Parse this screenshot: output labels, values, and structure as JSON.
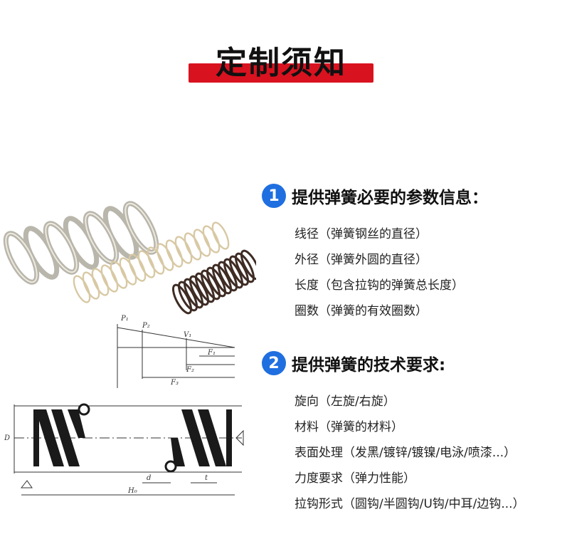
{
  "page": {
    "title": "定制须知",
    "accent_color": "#d9121f",
    "badge_color": "#1f6fe0"
  },
  "sections": [
    {
      "number": "1",
      "title": "提供弹簧必要的参数信息：",
      "items": [
        "线径（弹簧钢丝的直径）",
        "外径（弹簧外圆的直径）",
        "长度（包含拉钩的弹簧总长度）",
        "圈数（弹簧的有效圈数）"
      ]
    },
    {
      "number": "2",
      "title": "提供弹簧的技术要求:",
      "items": [
        "旋向（左旋/右旋）",
        "材料（弹簧的材料）",
        "表面处理（发黑/镀锌/镀镍/电泳/喷漆...）",
        "力度要求（弹力性能）",
        "拉钩形式（圆钩/半圆钩/U钩/中耳/边钩...）"
      ]
    }
  ],
  "illustration": {
    "photo_icon": "springs-photo",
    "diagram_labels": {
      "p1": "P₁",
      "p2": "P₂",
      "f_top": "F₁",
      "f_mid": "F₂",
      "f_bottom": "F₃",
      "v1": "V₁",
      "d_outer": "D",
      "d_wire": "d",
      "t": "t",
      "h_total": "H₀"
    }
  }
}
